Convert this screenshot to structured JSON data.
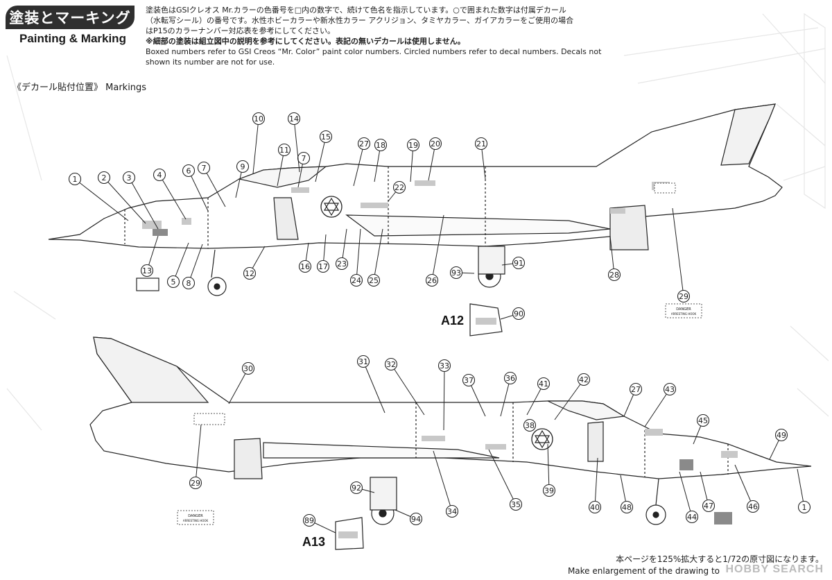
{
  "header": {
    "badge": "塗装とマーキング",
    "subtitle": "Painting & Marking"
  },
  "intro": {
    "jp_line1": "塗装色はGSIクレオス Mr.カラーの色番号を□内の数字で、続けて色名を指示しています。○で囲まれた数字は付属デカール",
    "jp_line2": "（水転写シール）の番号です。水性ホビーカラーや新水性カラー アクリジョン、タミヤカラー、ガイアカラーをご使用の場合",
    "jp_line3": "はP15のカラーナンバー対応表を参考にしてください。",
    "jp_note": "※細部の塗装は組立図中の説明を参考にしてください。表記の無いデカールは使用しません。",
    "en_line1": "Boxed numbers refer to GSI Creos “Mr. Color” paint color numbers. Circled numbers refer to decal numbers. Decals not",
    "en_line2": "shown its number are not for use."
  },
  "markings_title": "《デカール貼付位置》 Markings",
  "top_view": {
    "callouts": [
      "1",
      "2",
      "3",
      "4",
      "5",
      "6",
      "7",
      "8",
      "9",
      "10",
      "11",
      "7",
      "12",
      "13",
      "14",
      "15",
      "16",
      "17",
      "18",
      "19",
      "20",
      "21",
      "22",
      "23",
      "24",
      "25",
      "26",
      "27",
      "28",
      "29",
      "91",
      "93"
    ],
    "danger_label": "DANGER",
    "danger_sub": "ARRESTING HOOK"
  },
  "part_a12": {
    "label": "A12",
    "callout": "90"
  },
  "bottom_view": {
    "callouts": [
      "30",
      "31",
      "32",
      "33",
      "29",
      "34",
      "35",
      "36",
      "37",
      "38",
      "39",
      "40",
      "41",
      "42",
      "27",
      "43",
      "44",
      "45",
      "46",
      "47",
      "48",
      "49",
      "1",
      "92",
      "94"
    ],
    "danger_label": "DANGER",
    "danger_sub": "ARRESTING HOOK"
  },
  "part_a13": {
    "label": "A13",
    "callout": "89"
  },
  "footer": {
    "jp": "本ページを125%拡大すると1/72の原寸図になります。",
    "en": "Make enlargement of the drawing to"
  },
  "watermark": "HOBBY SEARCH"
}
